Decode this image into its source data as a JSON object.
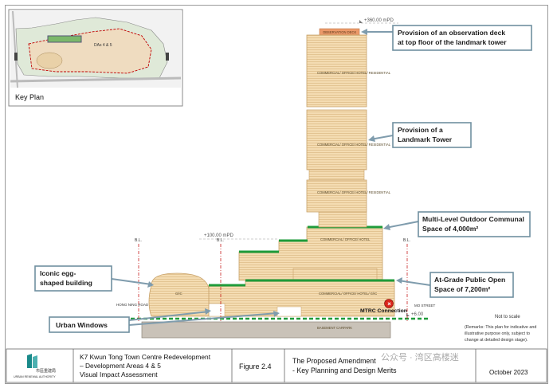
{
  "key_plan": {
    "label": "Key Plan",
    "map_label": "DAs 4 & 5"
  },
  "tower": {
    "top_level": "+360.00 mPD",
    "observation_deck": "OBSERVATION DECK",
    "use_label_1": "COMMERCIAL/ OFFICE/ HOTEL/ RESIDENTIAL",
    "use_label_2": "COMMERCIAL/ OFFICE/ HOTEL/ RESIDENTIAL",
    "use_label_3": "COMMERCIAL/ OFFICE/ HOTEL/ RESIDENTIAL"
  },
  "podium": {
    "level": "+100.00 mPD",
    "use_label_upper": "COMMERCIAL/ OFFICE/ HOTEL",
    "use_label_lower": "COMMERCIAL/ OFFICE/ HOTEL/ G/IC",
    "egg_label": "G/IC",
    "basement": "BASEMENT CARPARK",
    "ground_level": "+6.00",
    "mtr": "MTRC Connection",
    "road_left": "HONG NING ROAD",
    "road_right": "MO STREET",
    "bl_left": "B.L.",
    "bl_right": "B.L.",
    "bl_far_left": "B.L."
  },
  "callouts": {
    "observation": "Provision of an observation deck at top floor of the landmark tower",
    "landmark": "Provision of a Landmark Tower",
    "outdoor": "Multi-Level Outdoor Communal Space of 4,000m²",
    "atgrade": "At-Grade Public Open Space of 7,200m²",
    "egg": "Iconic egg-shaped building",
    "windows": "Urban Windows"
  },
  "notes": {
    "scale": "Not to scale",
    "remarks": "(Remarks: This plan for indicative and illustrative purpose only, subject to change at detailed design stage)."
  },
  "title_block": {
    "org_cn": "市區重建局",
    "org_en": "URBAN RENEWAL AUTHORITY",
    "project_line1": "K7 Kwun Tong Town Centre Redevelopment",
    "project_line2": "– Development Areas 4 & 5",
    "project_line3": "Visual Impact Assessment",
    "figure": "Figure 2.4",
    "title_line1": "The Proposed Amendment",
    "title_line2": "- Key Planning and Design Merits",
    "date": "October 2023",
    "watermark": "公众号 · 湾区高楼迷"
  },
  "colors": {
    "building_fill": "#f3dbb0",
    "building_stroke": "#c8a26a",
    "green_space": "#1e9b3a",
    "callout_border": "#6f8fa0",
    "basement": "#c9c2b8"
  }
}
